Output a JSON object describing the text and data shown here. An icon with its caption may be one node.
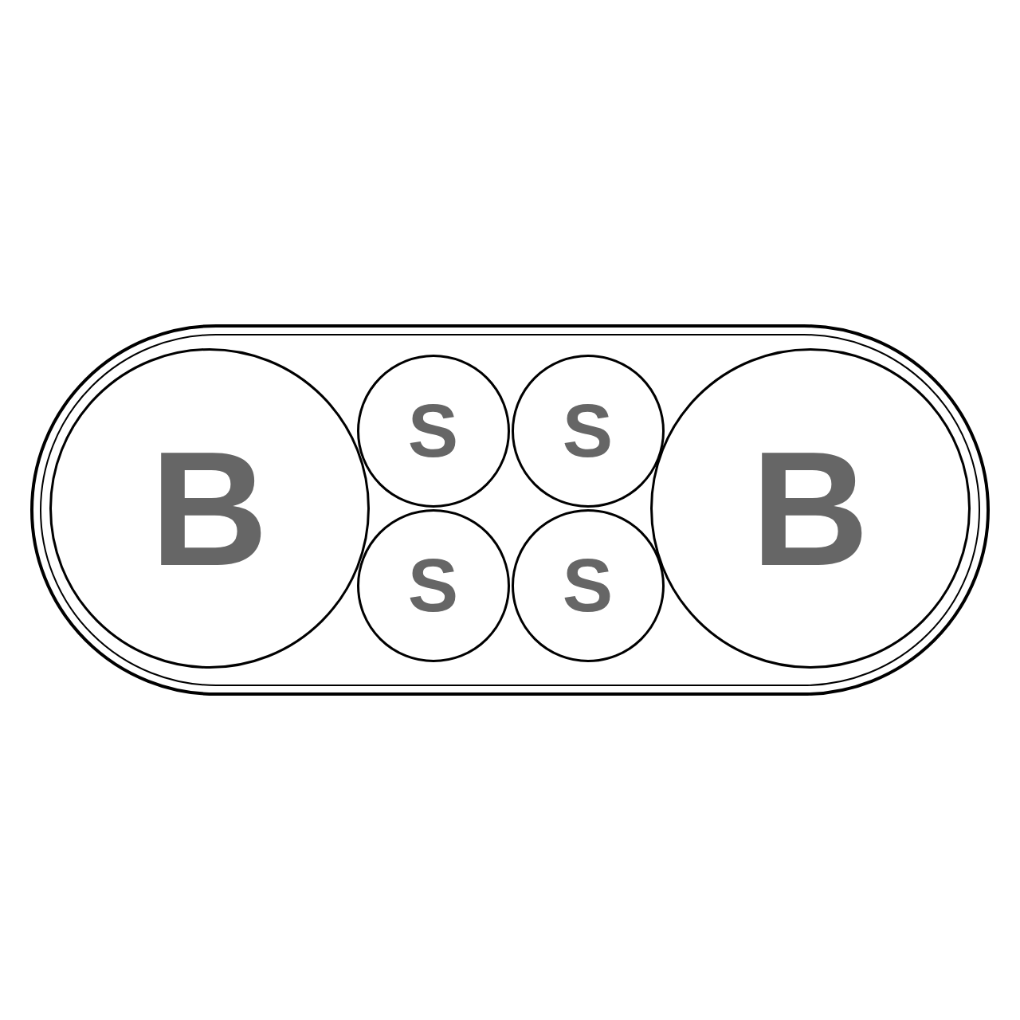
{
  "diagram": {
    "nodes": [
      {
        "text": [],
        "shape": "stadium"
      },
      {
        "text": [],
        "shape": "stadium",
        "in": 0
      },
      {
        "text": [
          "B"
        ],
        "in": 1
      },
      {
        "text": [
          "S"
        ],
        "in": 1
      },
      {
        "text": [
          "S"
        ],
        "in": 1
      },
      {
        "text": [
          "S"
        ],
        "in": 1
      },
      {
        "text": [
          "S"
        ],
        "in": 1
      },
      {
        "text": [
          "B"
        ],
        "in": 1
      }
    ]
  }
}
